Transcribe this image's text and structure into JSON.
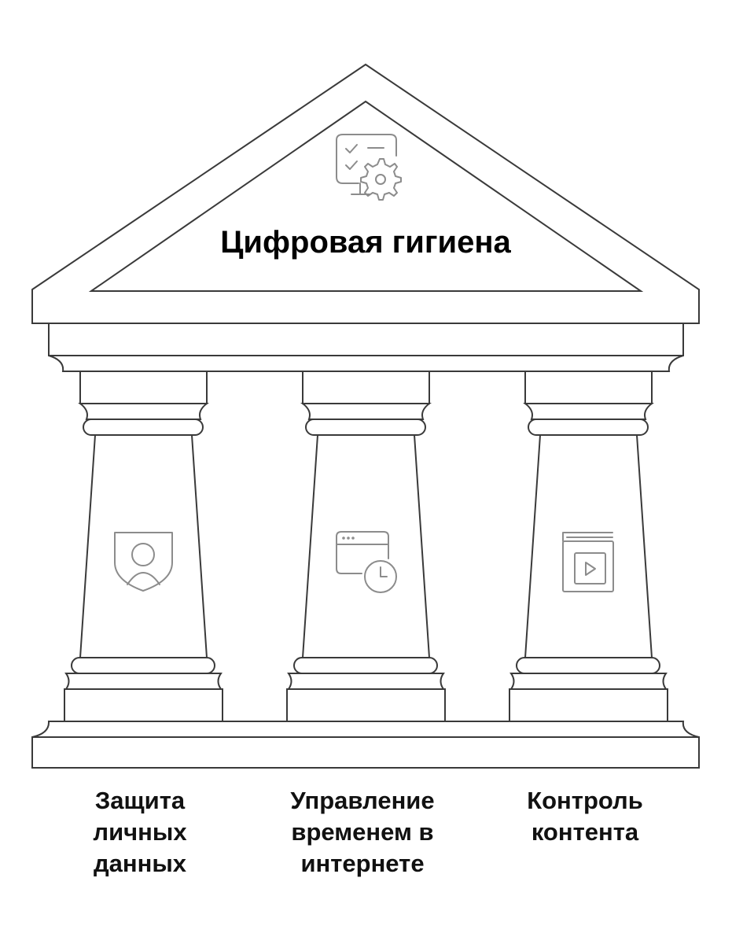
{
  "title": "Цифровая гигиена",
  "pillars": [
    {
      "label": "Защита\nличных\nданных",
      "icon": "shield-user-icon"
    },
    {
      "label": "Управление\nвременем в\nинтернете",
      "icon": "browser-clock-icon"
    },
    {
      "label": "Контроль\nконтента",
      "icon": "video-content-icon"
    }
  ],
  "roof_icon": "checklist-gear-monitor-icon",
  "colors": {
    "outline": "#3a3a3a",
    "icon": "#8c8c8c",
    "text": "#000000"
  }
}
